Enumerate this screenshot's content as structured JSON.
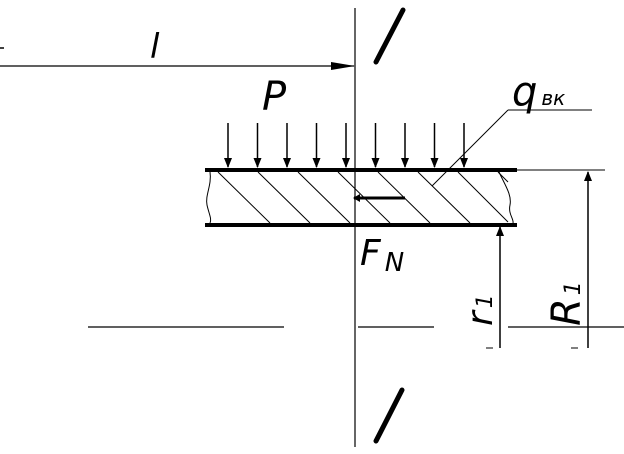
{
  "labels": {
    "length": "l",
    "load": "P",
    "shear_stress": "q",
    "shear_stress_sub": "вк",
    "normal_force": "F",
    "normal_force_sub": "N",
    "inner_radius": "r",
    "inner_radius_sub": "1",
    "outer_radius": "R",
    "outer_radius_sub": "1"
  },
  "load_arrow_count": 9,
  "hatch_line_count": 8,
  "colors": {
    "ink": "#000000",
    "background": "#ffffff"
  }
}
